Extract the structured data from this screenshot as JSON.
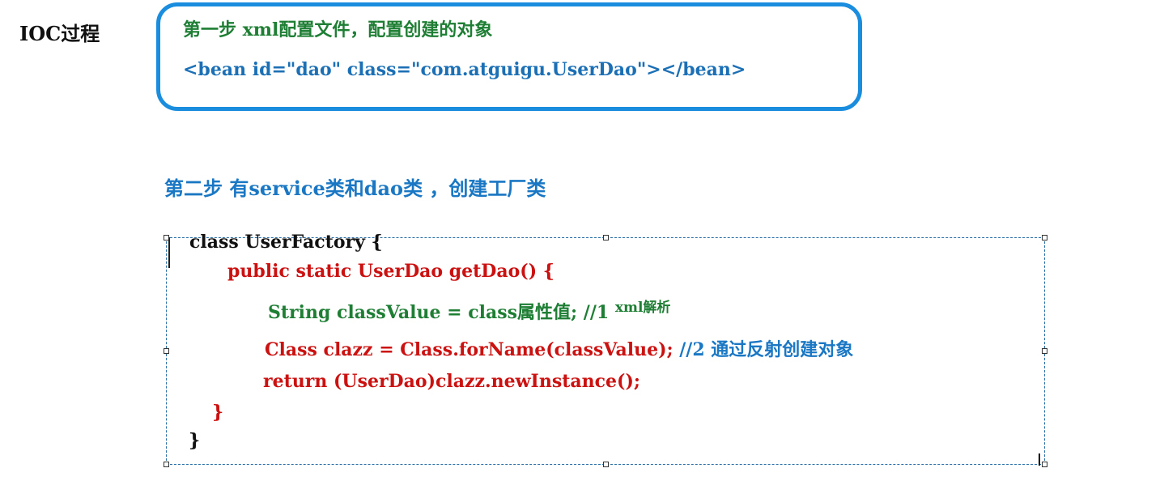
{
  "title": "IOC过程",
  "step1": {
    "heading": "第一步 xml配置文件，配置创建的对象",
    "bean_xml": "<bean id=\"dao\" class=\"com.atguigu.UserDao\"></bean>"
  },
  "step2": {
    "heading": "第二步 有service类和dao类 ，创建工厂类"
  },
  "code": {
    "line1": "class UserFactory {",
    "line2": "public static UserDao getDao() {",
    "line3": "String classValue = class属性值; //1",
    "line3_comment": "xml解析",
    "line4": "Class clazz = Class.forName(classValue);",
    "line4_comment": "//2 通过反射创建对象",
    "line5": "return (UserDao)clazz.newInstance();",
    "line6": "}",
    "line7": "}"
  },
  "colors": {
    "box_border": "#1a8ddf",
    "green": "#1e7e34",
    "blue": "#1a77c4",
    "red": "#cc1111"
  }
}
